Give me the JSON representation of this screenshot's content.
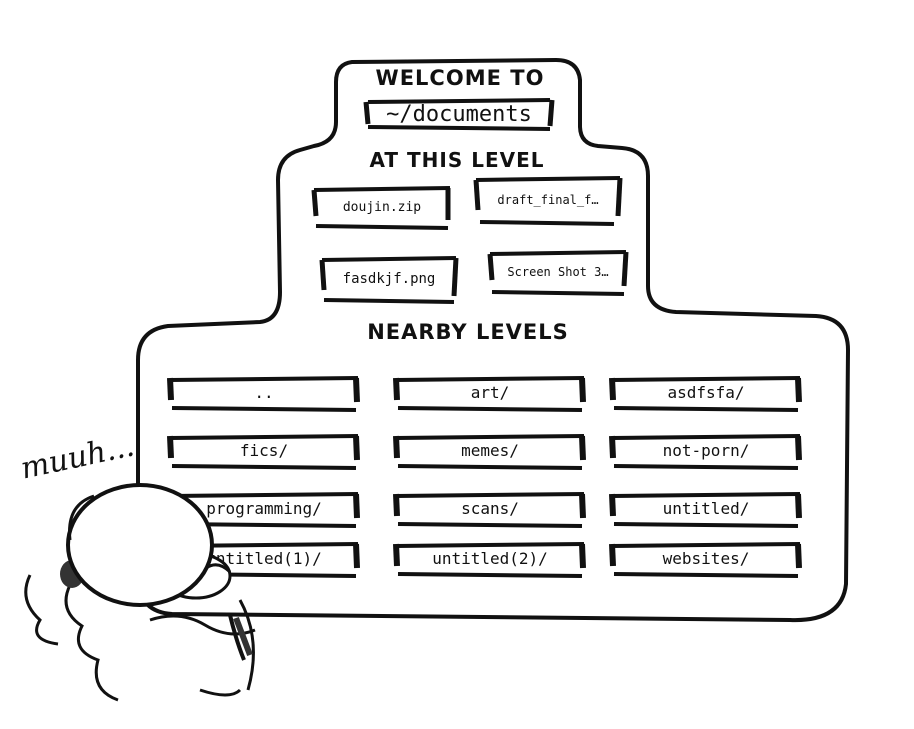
{
  "header": {
    "welcome": "WELCOME TO",
    "path": "~/documents"
  },
  "current_level": {
    "heading": "AT THIS LEVEL",
    "files": [
      {
        "label": "doujin.zip"
      },
      {
        "label": "draft_final_f…"
      },
      {
        "label": "fasdkjf.png"
      },
      {
        "label": "Screen Shot 3…"
      }
    ]
  },
  "nearby_levels": {
    "heading": "NEARBY LEVELS",
    "folders": [
      {
        "label": ".."
      },
      {
        "label": "art/"
      },
      {
        "label": "asdfsfa/"
      },
      {
        "label": "fics/"
      },
      {
        "label": "memes/"
      },
      {
        "label": "not-porn/"
      },
      {
        "label": "programming/"
      },
      {
        "label": "scans/"
      },
      {
        "label": "untitled/"
      },
      {
        "label": "untitled(1)/"
      },
      {
        "label": "untitled(2)/"
      },
      {
        "label": "websites/"
      }
    ]
  },
  "character": {
    "mumble": "muuh..."
  }
}
